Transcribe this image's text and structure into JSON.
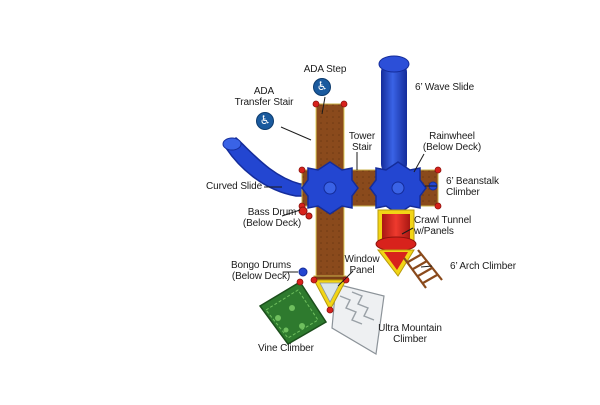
{
  "labels": {
    "ada_step": "ADA Step",
    "ada_transfer_stair": "ADA\nTransfer Stair",
    "wave_slide": "6’ Wave Slide",
    "tower_stair": "Tower\nStair",
    "rainwheel": "Rainwheel\n(Below Deck)",
    "curved_slide": "Curved Slide",
    "beanstalk_climber": "6’ Beanstalk\nClimber",
    "bass_drum": "Bass Drum\n(Below Deck)",
    "crawl_tunnel": "Crawl Tunnel\nw/Panels",
    "bongo_drums": "Bongo Drums\n(Below Deck)",
    "window_panel": "Window\nPanel",
    "arch_climber": "6’ Arch Climber",
    "vine_climber": "Vine Climber",
    "ultra_mountain_climber": "Ultra Mountain\nClimber"
  },
  "icons": {
    "accessibility": "♿"
  },
  "colors": {
    "deck_brown": "#8a4a1c",
    "slide_blue": "#1f3fc4",
    "tunnel_red": "#d8221c",
    "tunnel_yellow": "#f2d516",
    "climber_green": "#2e7a2e",
    "ada_blue": "#1a5a9e"
  }
}
